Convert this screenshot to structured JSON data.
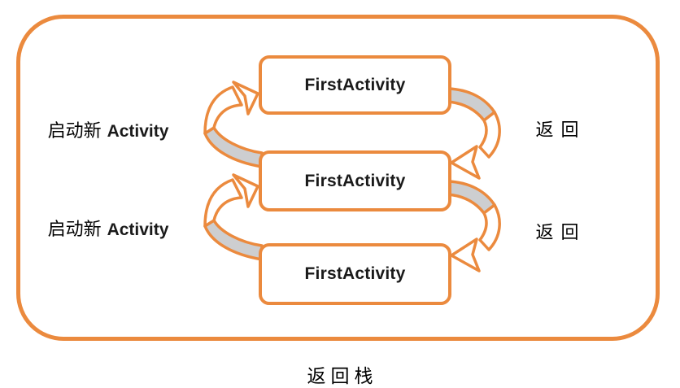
{
  "colors": {
    "accent_orange": "#EB8A3E",
    "ribbon_gray": "#CDCED0",
    "text_black": "#1A1A1A"
  },
  "frame": {
    "caption": "返回栈"
  },
  "stack": {
    "boxes": [
      {
        "label": "FirstActivity"
      },
      {
        "label": "FirstActivity"
      },
      {
        "label": "FirstActivity"
      }
    ]
  },
  "annotations": {
    "launch": [
      {
        "cn": "启动新",
        "en": "Activity"
      },
      {
        "cn": "启动新",
        "en": "Activity"
      }
    ],
    "back": [
      {
        "label": "返回"
      },
      {
        "label": "返回"
      }
    ]
  }
}
